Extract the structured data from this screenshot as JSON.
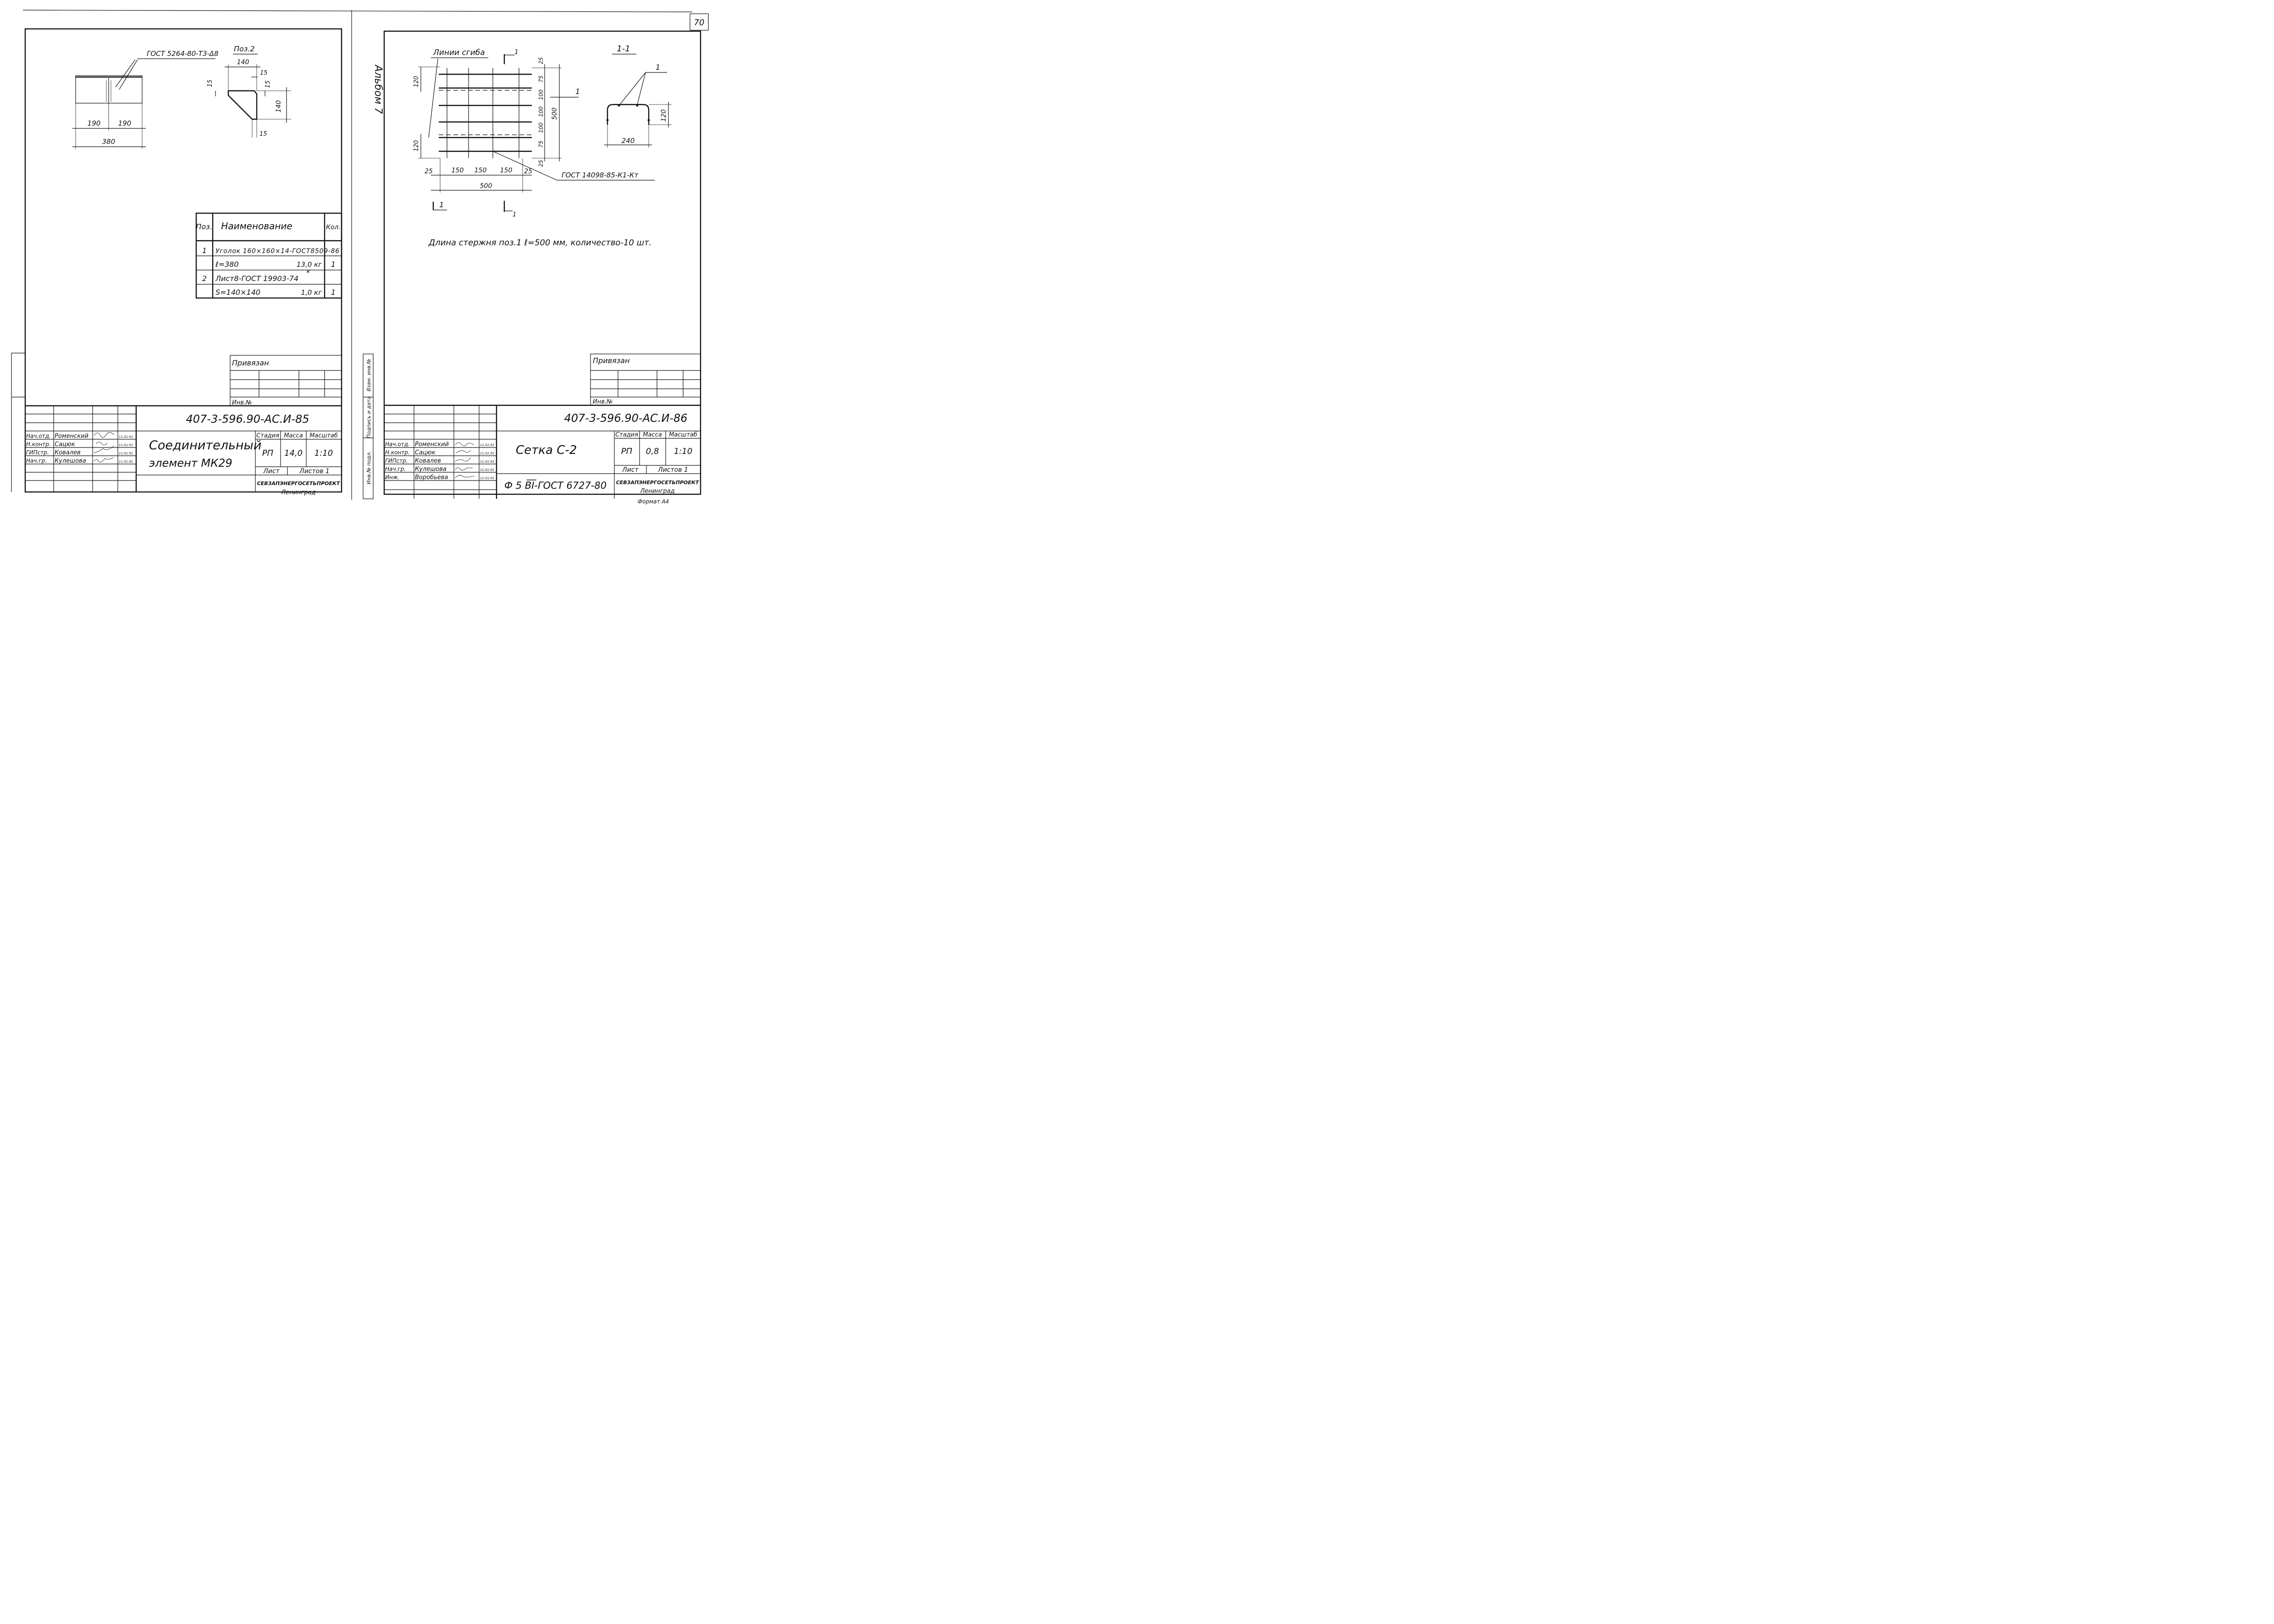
{
  "page_number": "70",
  "album_label": "Альбом 7",
  "left": {
    "weld_callout": "ГОСТ 5264-80-Т3-Δ8",
    "pos2_label": "Поз.2",
    "dims": {
      "d190a": "190",
      "d190b": "190",
      "d380": "380",
      "d140top": "140",
      "d15a": "15",
      "d15b": "15",
      "d15c": "15",
      "d140r": "140",
      "d15d": "15"
    },
    "spec_table": {
      "headers": [
        "Поз.",
        "Наименование",
        "Кол."
      ],
      "rows": [
        [
          "1",
          "Уголок 160×160×14-ГОСТ8509-86",
          ""
        ],
        [
          "",
          "ℓ=380",
          "13,0 кг",
          "1"
        ],
        [
          "2",
          "Лист8-ГОСТ 19903-74",
          "*",
          ""
        ],
        [
          "",
          "S=140×140",
          "1,0 кг",
          "1"
        ]
      ]
    },
    "privyazan": "Привязан",
    "inv": "Инв.№",
    "doc_code": "407-3-596.90-АС.И-85",
    "title_line1": "Соединительный",
    "title_line2": "элемент МК29",
    "stage_h": "Стадия",
    "mass_h": "Масса",
    "scale_h": "Масштаб",
    "stage": "РП",
    "mass": "14,0",
    "scale": "1:10",
    "sheet": "Лист",
    "sheets": "Листов 1",
    "org": "СЕВЗАПЭНЕРГОСЕТЬПРОЕКТ",
    "city": "Ленинград",
    "staff": [
      {
        "role": "Нач.отд.",
        "name": "Роменский",
        "date": "11.01.91"
      },
      {
        "role": "Н.контр.",
        "name": "Сацюк",
        "date": "11.01.91"
      },
      {
        "role": "ГИПстр.",
        "name": "Ковалев",
        "date": "11.01.91"
      },
      {
        "role": "Нач.гр.",
        "name": "Кулешова",
        "date": "11.01.91"
      }
    ]
  },
  "right": {
    "bend_lines": "Линии сгиба",
    "section_mark": "1",
    "section_title": "1-1",
    "grid_callout": "ГОСТ 14098-85-К1-Кт",
    "dims": {
      "d120a": "120",
      "d120b": "120",
      "d25t": "25",
      "d75a": "75",
      "d100a": "100",
      "d100b": "100",
      "d100c": "100",
      "d75b": "75",
      "d25b": "25",
      "d500v": "500",
      "d25l": "25",
      "d150a": "150",
      "d150b": "150",
      "d150c": "150",
      "d25r": "25",
      "d500h": "500",
      "s120": "120",
      "s240": "240"
    },
    "note": "Длина стержня поз.1 ℓ=500 мм, количество-10 шт.",
    "privyazan": "Привязан",
    "inv": "Инв.№",
    "doc_code": "407-3-596.90-АС.И-86",
    "title": "Сетка С-2",
    "subtitle": "Ф 5 В̅I̅-ГОСТ 6727-80",
    "stage_h": "Стадия",
    "mass_h": "Масса",
    "scale_h": "Масштаб",
    "stage": "РП",
    "mass": "0,8",
    "scale": "1:10",
    "sheet": "Лист",
    "sheets": "Листов 1",
    "org": "СЕВЗАПЭНЕРГОСЕТЬПРОЕКТ",
    "city": "Ленинград",
    "format": "Формат А4",
    "side_labels": [
      "Инв.№ подл.",
      "Подпись и дата",
      "Взам. инв.№"
    ],
    "staff": [
      {
        "role": "Нач.отд.",
        "name": "Роменский",
        "date": "11.01.91"
      },
      {
        "role": "Н.контр.",
        "name": "Сацюк",
        "date": "11.01.91"
      },
      {
        "role": "ГИПстр.",
        "name": "Ковалев",
        "date": "11.01.91"
      },
      {
        "role": "Нач.гр.",
        "name": "Кулешова",
        "date": "11.01.91"
      },
      {
        "role": "Инж.",
        "name": "Воробьева",
        "date": "11.01.91"
      }
    ]
  }
}
